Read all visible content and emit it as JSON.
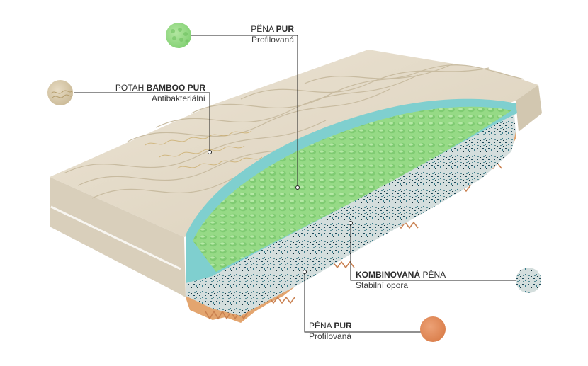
{
  "callouts": [
    {
      "id": "top-foam",
      "title_plain": "PĚNA ",
      "title_bold": "PUR",
      "subtitle": "Profilovaná",
      "swatch_color": "#8fd780"
    },
    {
      "id": "cover",
      "title_plain": "POTAH ",
      "title_bold": "BAMBOO PUR",
      "subtitle": "Antibakteriální",
      "swatch_color": "#d8cbb0"
    },
    {
      "id": "combo-foam",
      "title_plain": " PĚNA",
      "title_bold": "KOMBINOVANÁ",
      "subtitle": "Stabilní opora",
      "swatch_color": "#b7c6c8"
    },
    {
      "id": "bottom-foam",
      "title_plain": "PĚNA ",
      "title_bold": "PUR",
      "subtitle": "Profilovaná",
      "swatch_color": "#dd8a5a"
    }
  ],
  "colors": {
    "cover": "#e6ddcc",
    "cover_shadow": "#cfc4ae",
    "green_foam": "#93d882",
    "green_edge": "#7cc8c8",
    "combo_foam": "#cfd9d8",
    "orange_foam": "#e4a06d",
    "line": "#222222"
  }
}
